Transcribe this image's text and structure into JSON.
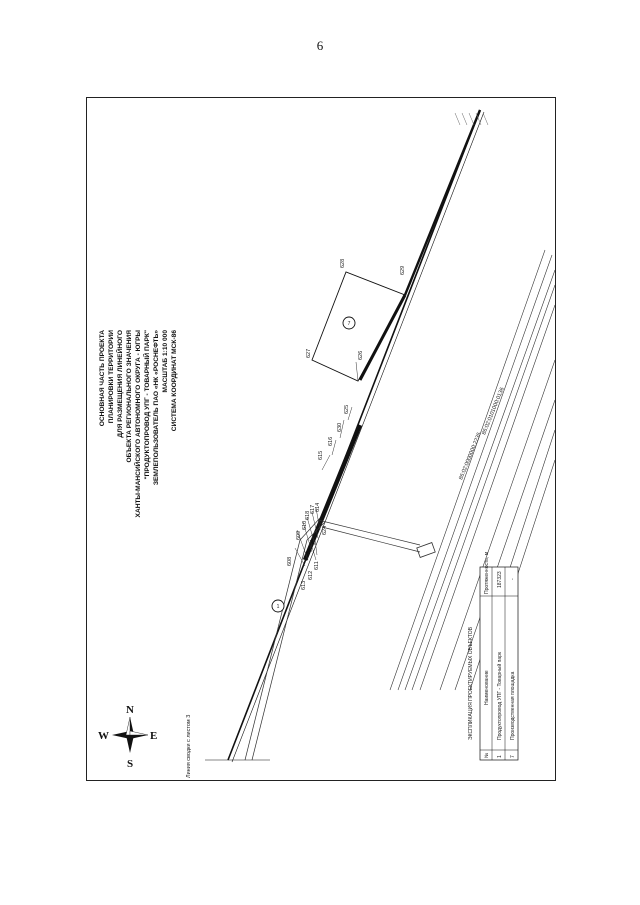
{
  "page_number": "6",
  "title_block": {
    "lines": [
      "ОСНОВНАЯ ЧАСТЬ ПРОЕКТА",
      "ПЛАНИРОВКИ ТЕРРИТОРИИ",
      "ДЛЯ РАЗМЕЩЕНИЯ ЛИНЕЙНОГО",
      "ОБЪЕКТА РЕГИОНАЛЬНОГО ЗНАЧЕНИЯ",
      "ХАНТЫ-МАНСИЙСКОГО АВТОНОМНОГО ОКРУГА - ЮГРЫ",
      "\"ПРОДУКТОПРОВОД УПГ - ТОВАРНЫЙ ПАРК\"",
      "ЗЕМЛЕПОЛЬЗОВАТЕЛЬ ПАО «НК «РОСНЕФТЬ»",
      "МАСШТАБ 1:10 000",
      "СИСТЕМА КООРДИНАТ МСК-86"
    ]
  },
  "compass": {
    "n": "N",
    "e": "E",
    "s": "S",
    "w": "W"
  },
  "match_line": "Линия сводки с листом 3",
  "cadastral_numbers": [
    "86:02:0000000:2235",
    "86:02:0101000:0136"
  ],
  "object_markers": [
    "1",
    "7"
  ],
  "point_labels": [
    "608",
    "609",
    "610",
    "611",
    "612",
    "613",
    "614",
    "615",
    "616",
    "617",
    "618",
    "624",
    "625",
    "626",
    "627",
    "628",
    "629",
    "630"
  ],
  "explication": {
    "title": "ЭКСПЛИКАЦИЯ ПРОЕКТИРУЕМЫХ ОБЪЕКТОВ",
    "headers": [
      "№",
      "Наименование",
      "Протяженность, м"
    ],
    "rows": [
      [
        "1",
        "Продуктопровод УПГ - Товарный парк",
        "187323"
      ],
      [
        "7",
        "Производственная площадка",
        "-"
      ]
    ]
  },
  "colors": {
    "line": "#111111",
    "paper": "#ffffff"
  }
}
